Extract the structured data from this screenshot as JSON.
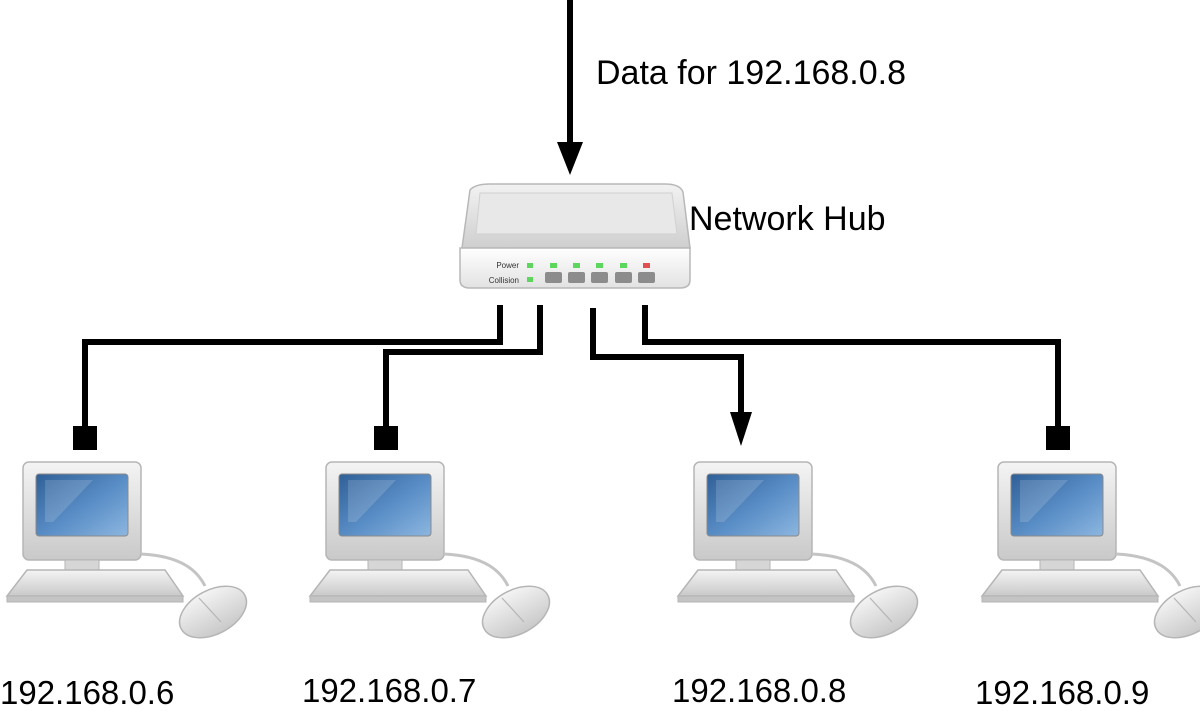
{
  "incoming_label": "Data for 192.168.0.8",
  "hub": {
    "name": "Network Hub",
    "power_label": "Power",
    "collision_label": "Collision"
  },
  "computers": [
    {
      "ip": "192.168.0.6",
      "receives": false
    },
    {
      "ip": "192.168.0.7",
      "receives": false
    },
    {
      "ip": "192.168.0.8",
      "receives": true
    },
    {
      "ip": "192.168.0.9",
      "receives": false
    }
  ],
  "colors": {
    "line": "#000000",
    "screen": "#4a7fb5",
    "led_green": "#5cd65c",
    "led_red": "#e05050"
  }
}
